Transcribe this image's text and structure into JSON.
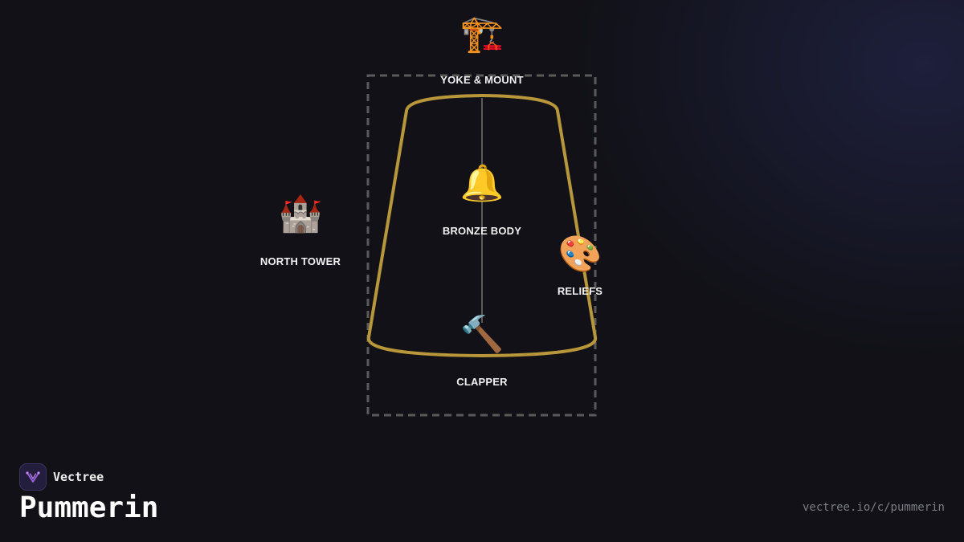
{
  "colors": {
    "background": "#111117",
    "bell_outline": "#b8973a",
    "frame_dashes": "#5a5a5a",
    "clapper_line": "#8a8a8a",
    "label_text": "#f2f2f2",
    "url_text": "#7c7c84"
  },
  "diagram": {
    "nodes": {
      "yoke": {
        "icon": "construction-crane-icon",
        "glyph": "🏗️",
        "label": "YOKE & MOUNT"
      },
      "body": {
        "icon": "bell-icon",
        "glyph": "🔔",
        "label": "BRONZE BODY"
      },
      "tower": {
        "icon": "castle-icon",
        "glyph": "🏰",
        "label": "NORTH TOWER"
      },
      "reliefs": {
        "icon": "artist-palette-icon",
        "glyph": "🎨",
        "label": "RELIEFS"
      },
      "clapper": {
        "icon": "hammer-icon",
        "glyph": "🔨",
        "label": "CLAPPER"
      }
    }
  },
  "brand": {
    "logo_icon": "vectree-logo-icon",
    "name": "Vectree"
  },
  "title": "Pummerin",
  "footer": {
    "url": "vectree.io/c/pummerin"
  }
}
